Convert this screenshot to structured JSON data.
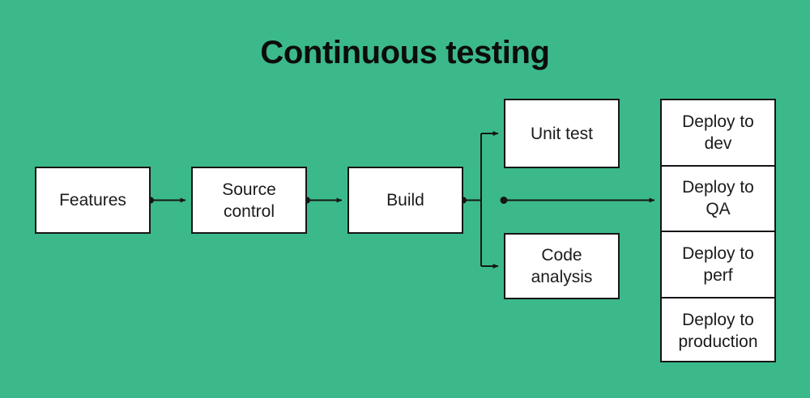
{
  "diagram": {
    "title": "Continuous testing",
    "background_color": "#3cb98a",
    "node_fill_color": "#ffffff",
    "node_border_color": "#161616",
    "text_color": "#1b1b1b",
    "title_color": "#0c0c0c",
    "type": "flowchart",
    "direction": "left-to-right"
  },
  "nodes": {
    "features": {
      "label": "Features"
    },
    "source_control": {
      "label": "Source\ncontrol"
    },
    "build": {
      "label": "Build"
    },
    "unit_test": {
      "label": "Unit test"
    },
    "code_analysis": {
      "label": "Code\nanalysis"
    }
  },
  "deploy_stack": {
    "cells": [
      {
        "label": "Deploy to\ndev"
      },
      {
        "label": "Deploy to\nQA"
      },
      {
        "label": "Deploy to\nperf"
      },
      {
        "label": "Deploy to\nproduction"
      }
    ]
  },
  "edges": [
    {
      "from": "features",
      "to": "source_control",
      "style": "dot-to-arrow"
    },
    {
      "from": "source_control",
      "to": "build",
      "style": "dot-to-arrow"
    },
    {
      "from": "build",
      "to": "unit_test",
      "style": "dot-to-arrow-elbow-up"
    },
    {
      "from": "build",
      "to": "code_analysis",
      "style": "dot-to-arrow-elbow-down"
    },
    {
      "from": "build",
      "to": "deploy_stack",
      "style": "dot-to-arrow"
    }
  ]
}
